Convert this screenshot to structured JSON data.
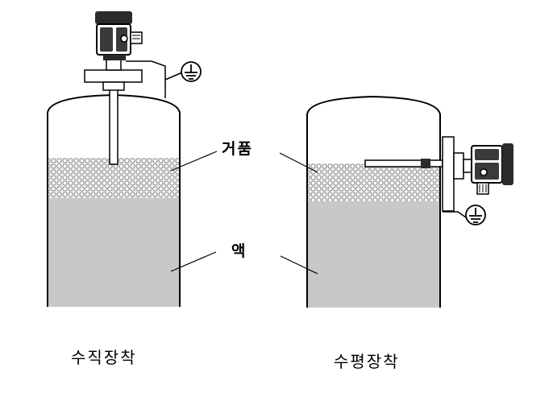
{
  "labels": {
    "foam": "거품",
    "liquid": "액",
    "vertical_mount": "수직장착",
    "horizontal_mount": "수평장착"
  },
  "colors": {
    "liquid_fill": "#c8c8c8",
    "foam_fill": "#b4b4b4",
    "line": "#000000",
    "sensor_body": "#2b2b2b"
  },
  "icons": {
    "ground": "ground-icon"
  }
}
